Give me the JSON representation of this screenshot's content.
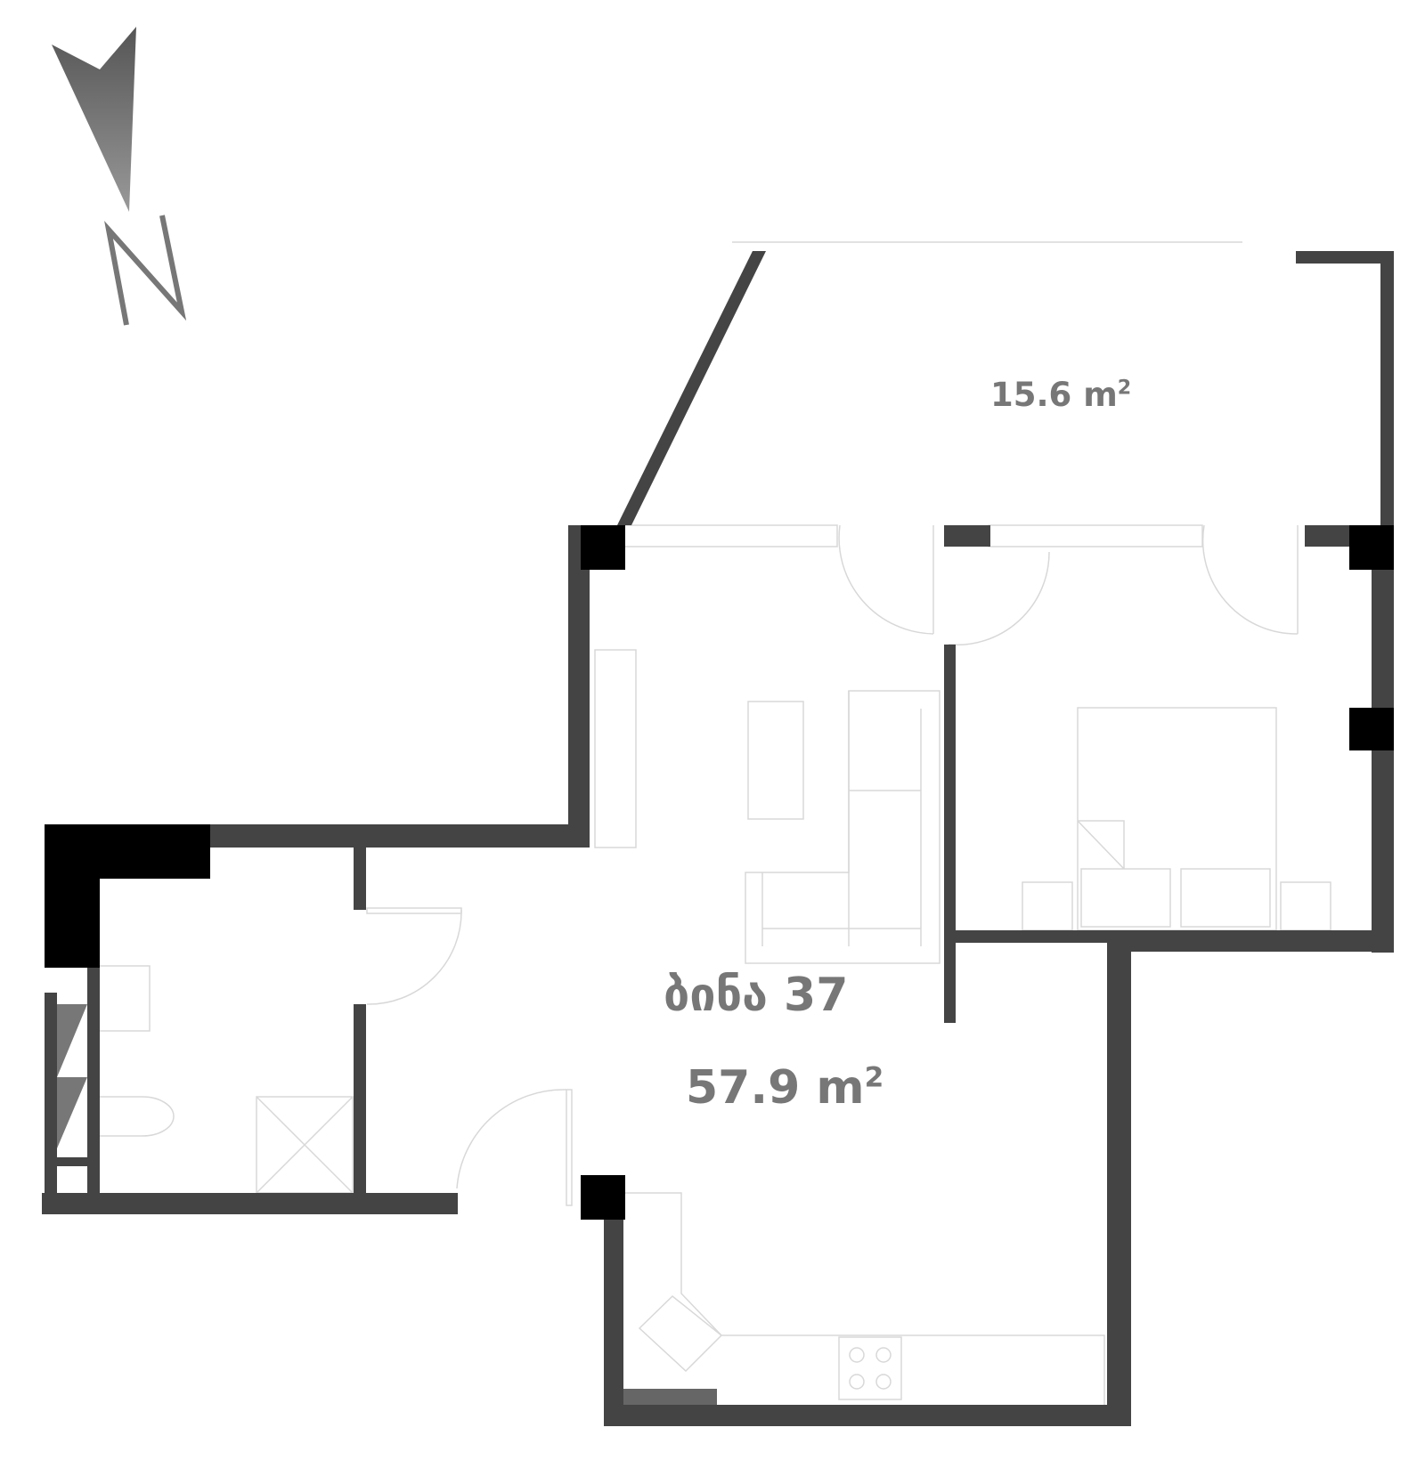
{
  "plan": {
    "apartment_label": "ბინა 37",
    "apartment_area": "57.9",
    "balcony_area": "15.6",
    "unit": "m",
    "unit_exp": "2",
    "compass": "N"
  },
  "colors": {
    "wall": "#444444",
    "column": "#000000",
    "furniture": "#d8d8d8",
    "label": "#777777"
  }
}
